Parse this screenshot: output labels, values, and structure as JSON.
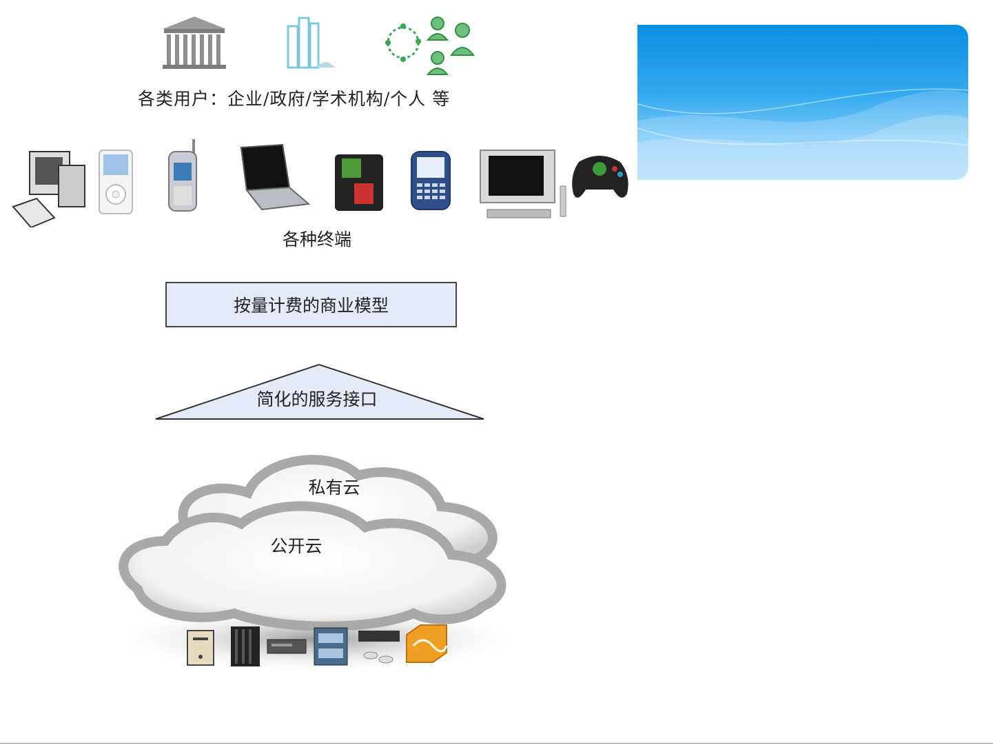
{
  "users": {
    "label": "各类用户：企业/政府/学术机构/个人 等",
    "icons": [
      "government-building-icon",
      "office-tower-icon",
      "people-network-icon",
      "people-group-icon"
    ]
  },
  "terminals": {
    "label": "各种终端",
    "icons": [
      "desktop-computer-icon",
      "ipod-icon",
      "mobile-phone-icon",
      "laptop-icon",
      "handheld-console-icon",
      "blackberry-icon",
      "tv-dvd-icon",
      "gamepad-icon"
    ]
  },
  "billing": {
    "label": "按量计费的商业模型"
  },
  "interface": {
    "label": "简化的服务接口"
  },
  "cloud": {
    "private_label": "私有云",
    "public_label": "公开云",
    "hardware_icons": [
      "tower-server-icon",
      "rack-server-icon",
      "blade-server-icon",
      "network-switch-icon",
      "storage-array-icon",
      "router-icon"
    ]
  },
  "colors": {
    "banner_top": "#0a8ee0",
    "banner_bottom": "#9ed8fb",
    "box_fill": "#e4eaf8",
    "cloud_gray": "#a9a9a9",
    "user_green": "#3aa655",
    "building_gray": "#8a8a8a",
    "tower_blue": "#7fc8d8"
  }
}
